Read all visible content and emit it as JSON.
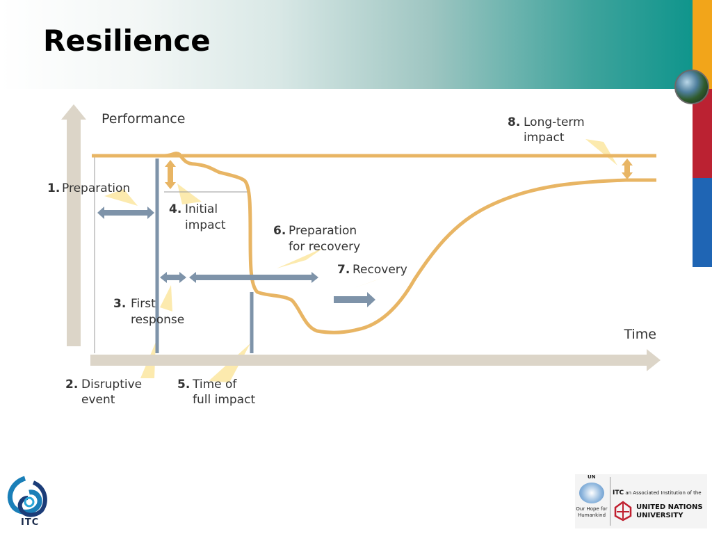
{
  "slide": {
    "title": "Resilience"
  },
  "axes": {
    "y_label": "Performance",
    "x_label": "Time"
  },
  "stages": [
    {
      "number": "1.",
      "lines": [
        "Preparation"
      ]
    },
    {
      "number": "2.",
      "lines": [
        "Disruptive",
        "event"
      ]
    },
    {
      "number": "3.",
      "lines": [
        "First",
        "response"
      ]
    },
    {
      "number": "4.",
      "lines": [
        "Initial",
        "impact"
      ]
    },
    {
      "number": "5.",
      "lines": [
        "Time of",
        "full impact"
      ]
    },
    {
      "number": "6.",
      "lines": [
        "Preparation",
        "for recovery"
      ]
    },
    {
      "number": "7.",
      "lines": [
        "Recovery"
      ]
    },
    {
      "number": "8.",
      "lines": [
        "Long-term",
        "impact"
      ]
    }
  ],
  "colors": {
    "curve": "#e8b564",
    "baseline": "#e8b564",
    "axis": "#dcd5c8",
    "marker_line": "#7e93a9",
    "blue_arrow": "#7e93a9",
    "callout": "#fbe6a0"
  },
  "footer": {
    "itc_logo_text": "ITC",
    "un_label": "UN",
    "un_hope_line1": "Our Hope for",
    "un_hope_line2": "Humankind",
    "itc_badge": "ITC",
    "itc_tagline": "an Associated Institution of the",
    "unu_line1": "UNITED NATIONS",
    "unu_line2": "UNIVERSITY"
  }
}
